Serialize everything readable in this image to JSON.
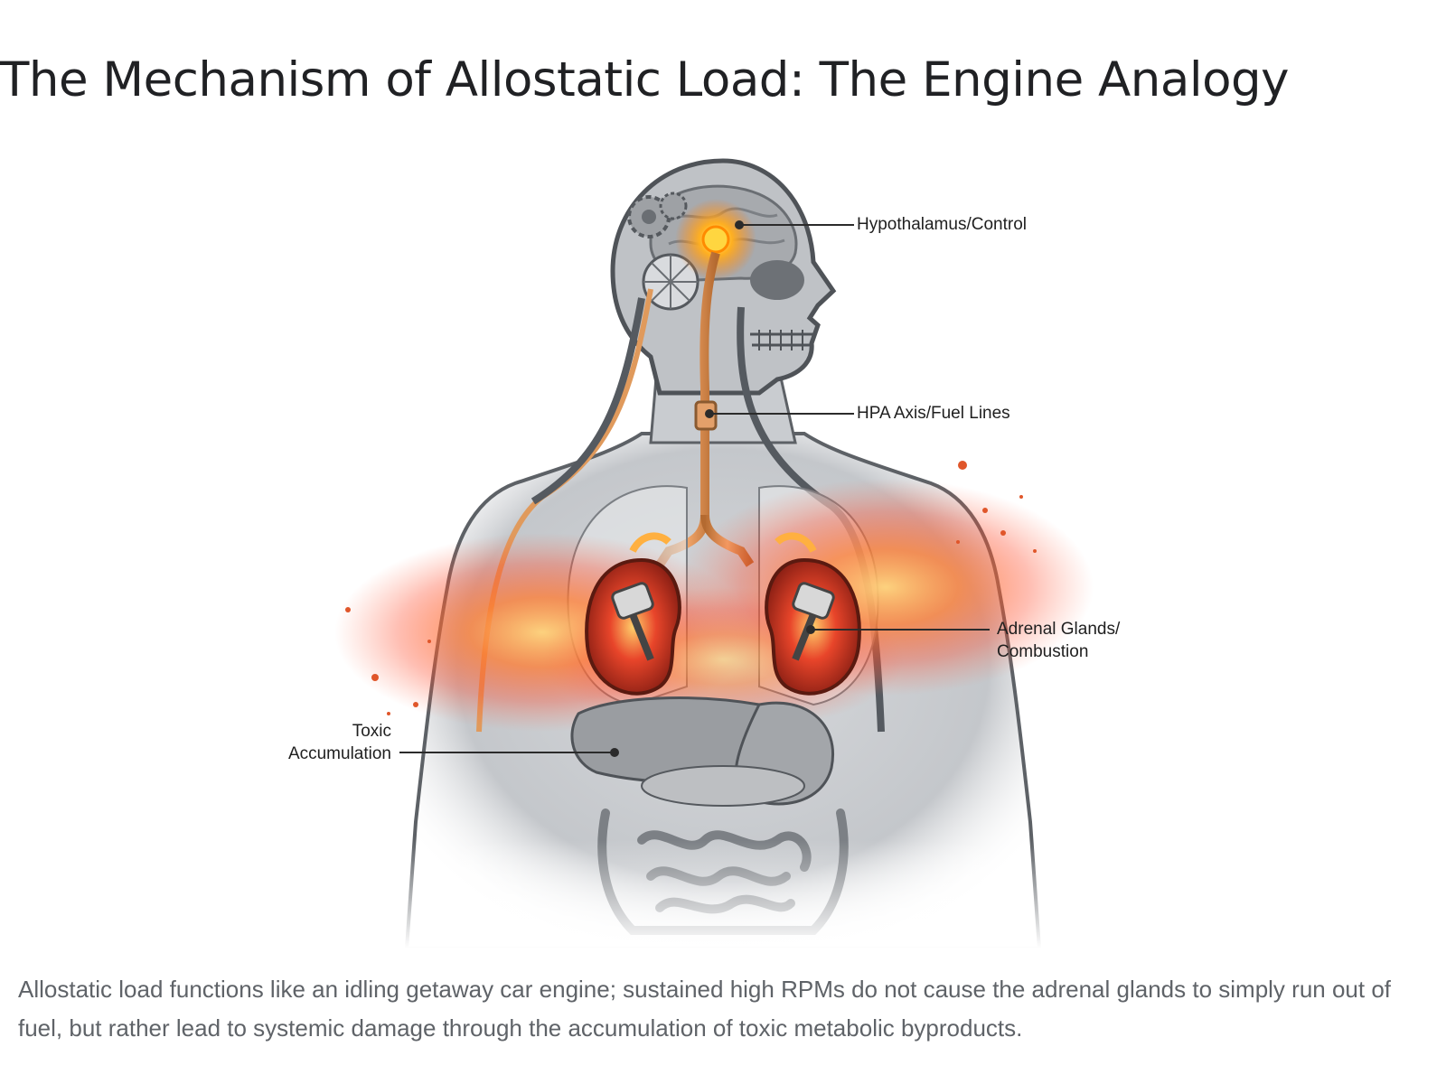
{
  "title": "The Mechanism of Allostatic Load: The Engine Analogy",
  "labels": {
    "hypothalamus": "Hypothalamus/Control",
    "hpa_axis": "HPA Axis/Fuel Lines",
    "adrenal_line1": "Adrenal Glands/",
    "adrenal_line2": "Combustion",
    "toxic_line1": "Toxic",
    "toxic_line2": "Accumulation"
  },
  "caption": "Allostatic load functions like an idling getaway car engine; sustained high RPMs do not cause the adrenal glands to simply run out of fuel, but rather lead to systemic damage through the accumulation of toxic metabolic byproducts.",
  "colors": {
    "fire": "#ff5a1f",
    "glow": "#ffb347",
    "body_gray": "#8a8d91",
    "fuel_line": "#d98a4a"
  }
}
